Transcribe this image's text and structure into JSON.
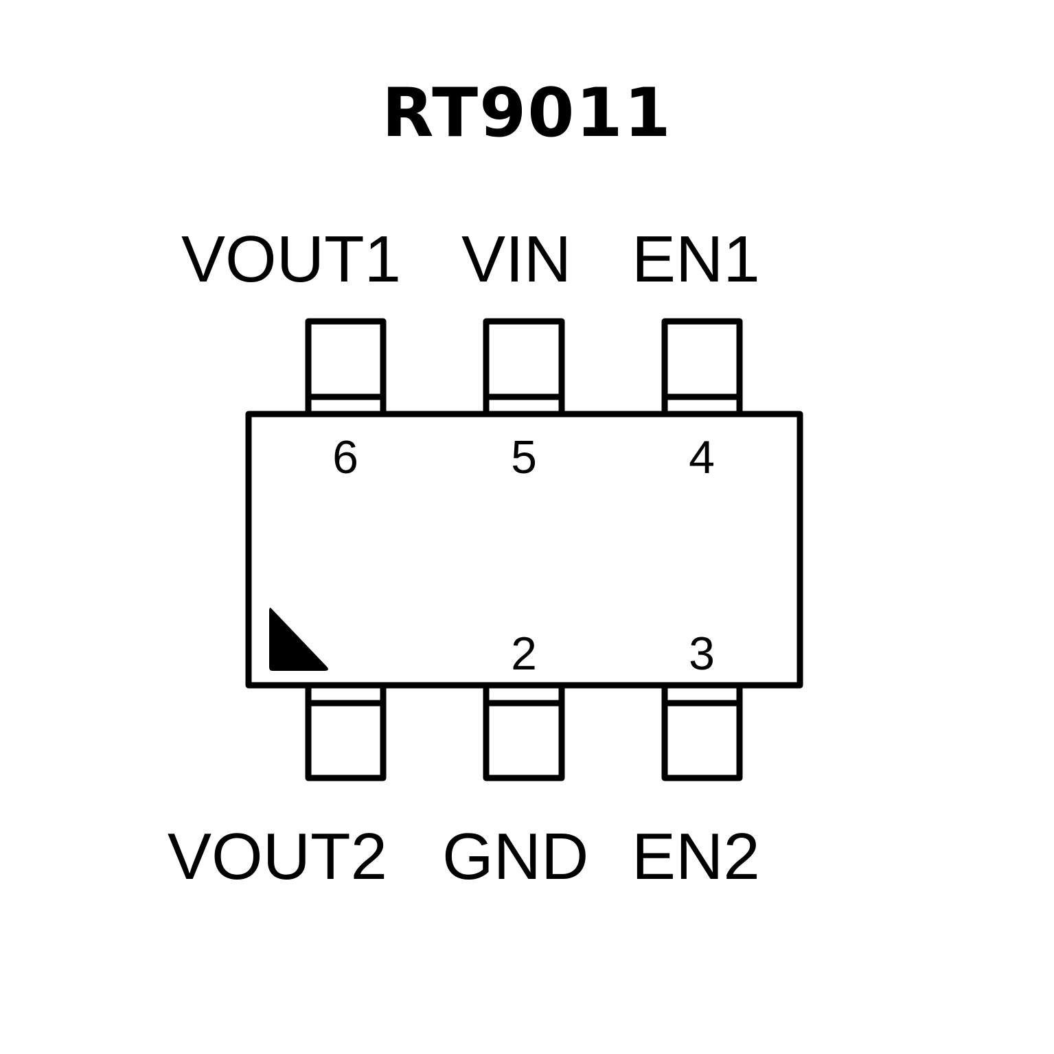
{
  "title": "RT9011",
  "package": {
    "top_pins": [
      {
        "number": "6",
        "name": "VOUT1"
      },
      {
        "number": "5",
        "name": "VIN"
      },
      {
        "number": "4",
        "name": "EN1"
      }
    ],
    "bottom_pins": [
      {
        "number": "",
        "name": "VOUT2"
      },
      {
        "number": "2",
        "name": "GND"
      },
      {
        "number": "3",
        "name": "EN2"
      }
    ],
    "pin1_marker": "triangle-marker",
    "stroke_color": "#000000",
    "background_color": "#ffffff"
  }
}
